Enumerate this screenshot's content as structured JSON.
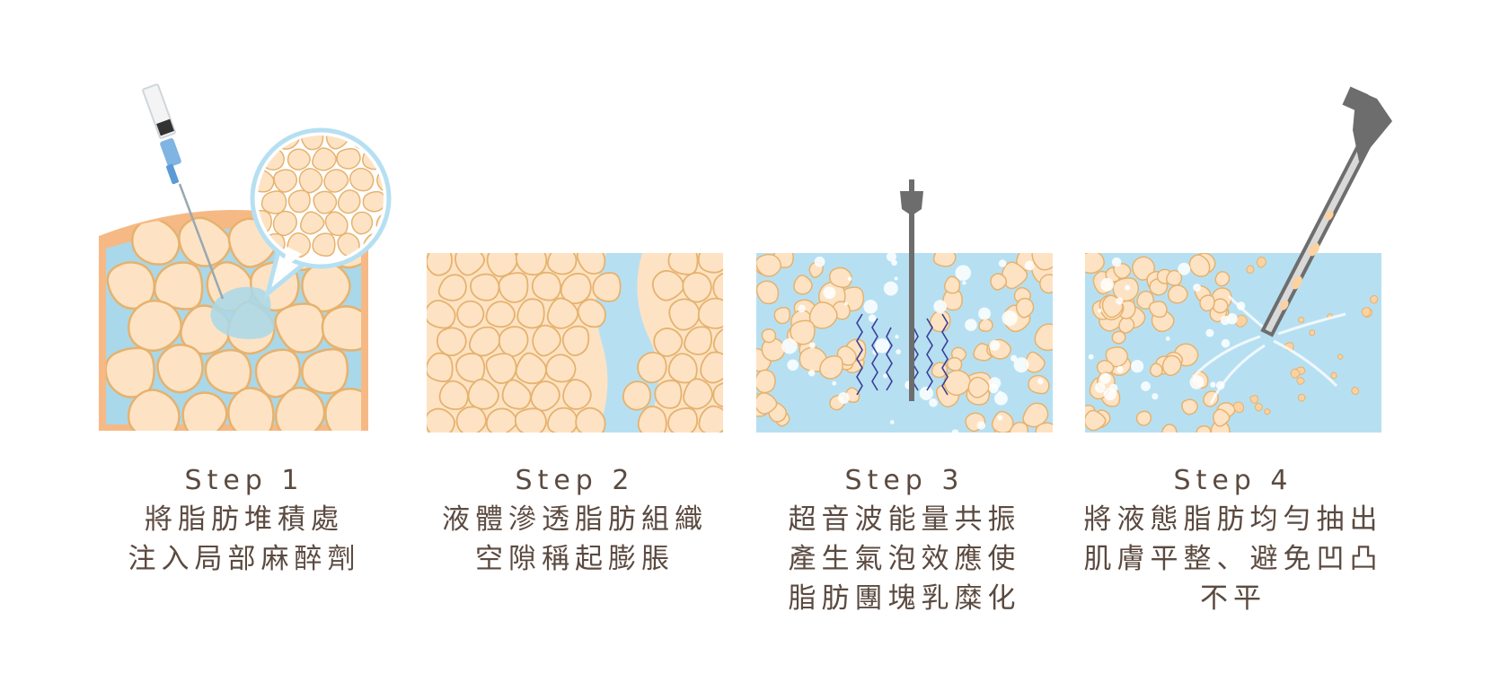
{
  "steps": [
    {
      "title": "Step 1",
      "description": "將脂肪堆積處\n注入局部麻醉劑"
    },
    {
      "title": "Step 2",
      "description": "液體滲透脂肪組織\n空隙稱起膨脹"
    },
    {
      "title": "Step 3",
      "description": "超音波能量共振\n產生氣泡效應使\n脂肪團塊乳糜化"
    },
    {
      "title": "Step 4",
      "description": "將液態脂肪均勻抽出\n肌膚平整、避免凹凸\n不平"
    }
  ],
  "colors": {
    "fat_fill": "#fde3c4",
    "fat_stroke": "#e6b26e",
    "skin": "#f6b985",
    "fluid": "#b6e0f2",
    "text": "#5b4a40",
    "probe": "#6d6d6d"
  }
}
